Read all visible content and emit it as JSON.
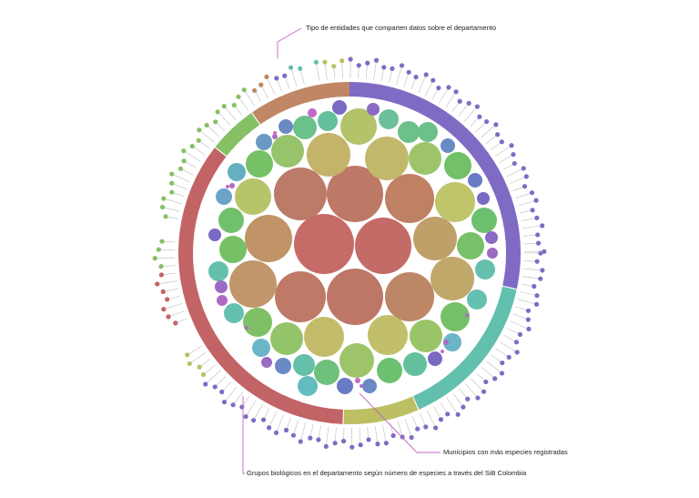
{
  "annotations": {
    "top": "Tipo de entidades que comparten datos sobre el departamento",
    "mid": "Municipios con más especies registradas",
    "bottom": "Grupos biológicos en el departamento según número de especies a través del SiB Colombia"
  },
  "colors": {
    "purple": "#7f6bc4",
    "teal": "#63bfae",
    "olive": "#bcbf62",
    "red": "#c26365",
    "green": "#86c065",
    "brown": "#c08766",
    "leader": "#c268c2",
    "stem": "#bdbdbd"
  },
  "ring": [
    {
      "color": "#7f6bc4"
    },
    {
      "color": "#63bfae"
    },
    {
      "color": "#bcbf62"
    },
    {
      "color": "#c26365"
    },
    {
      "color": "#86c065"
    },
    {
      "color": "#c08766"
    }
  ]
}
